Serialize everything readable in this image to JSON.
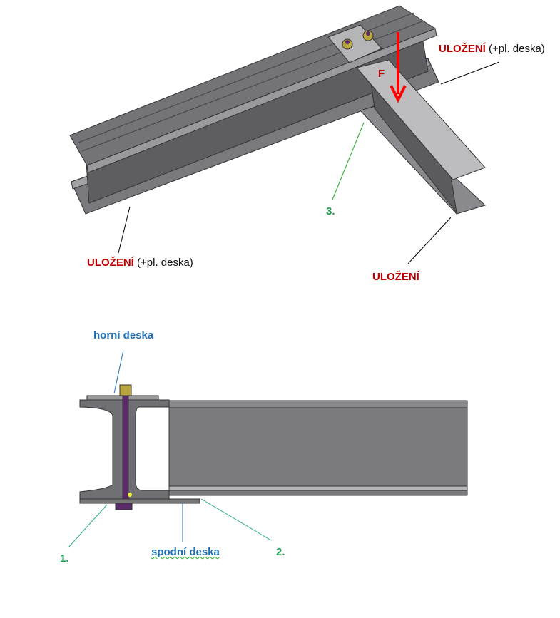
{
  "labels": {
    "support_top_right_main": "ULOŽENÍ",
    "support_top_right_note": "(+pl. deska)",
    "support_left_main": "ULOŽENÍ",
    "support_left_note": "(+pl. deska)",
    "support_right": "ULOŽENÍ",
    "force": "F",
    "weld_3": "3.",
    "top_plate": "horní deska",
    "bottom_plate": "spodní  deska",
    "weld_1": "1.",
    "weld_2": "2."
  },
  "colors": {
    "steel": "#6e6e72",
    "steel_light": "#a9a9ad",
    "force": "#ff0000",
    "bolt": "#5a2a6a",
    "nut": "#b8a640"
  }
}
